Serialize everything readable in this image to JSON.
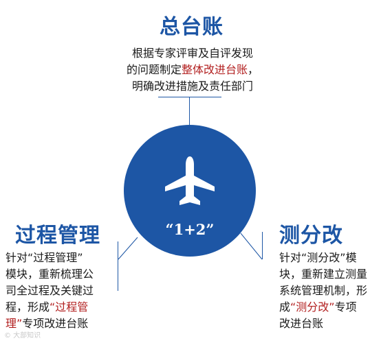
{
  "top": {
    "title": "总台账",
    "line1": "根据专家评审及自评发现",
    "line2_pre": "的问题制定",
    "line2_hl": "整体改进台账",
    "line2_post": "，",
    "line3": "明确改进措施及责任部门"
  },
  "center": {
    "label": "“1+2”",
    "icon": "airplane-icon"
  },
  "left": {
    "title": "过程管理",
    "line1": "针对“过程管理”",
    "line2": "模块，重新梳理公",
    "line3": "司全过程及关键过",
    "line4_pre": "程，形成",
    "line4_hl": "“过程管",
    "line5_hl": "理”",
    "line5_post": "专项改进台账"
  },
  "right": {
    "title": "测分改",
    "line1": "针对“测分改”模",
    "line2": "块，重新建立测量",
    "line3": "系统管理机制，形",
    "line4_pre": "成",
    "line4_hl": "“测分改”",
    "line4_post": "专项",
    "line5": "改进台账"
  },
  "watermark": "© 大部知识",
  "colors": {
    "accent": "#1d56a5",
    "highlight": "#b21f1f"
  }
}
